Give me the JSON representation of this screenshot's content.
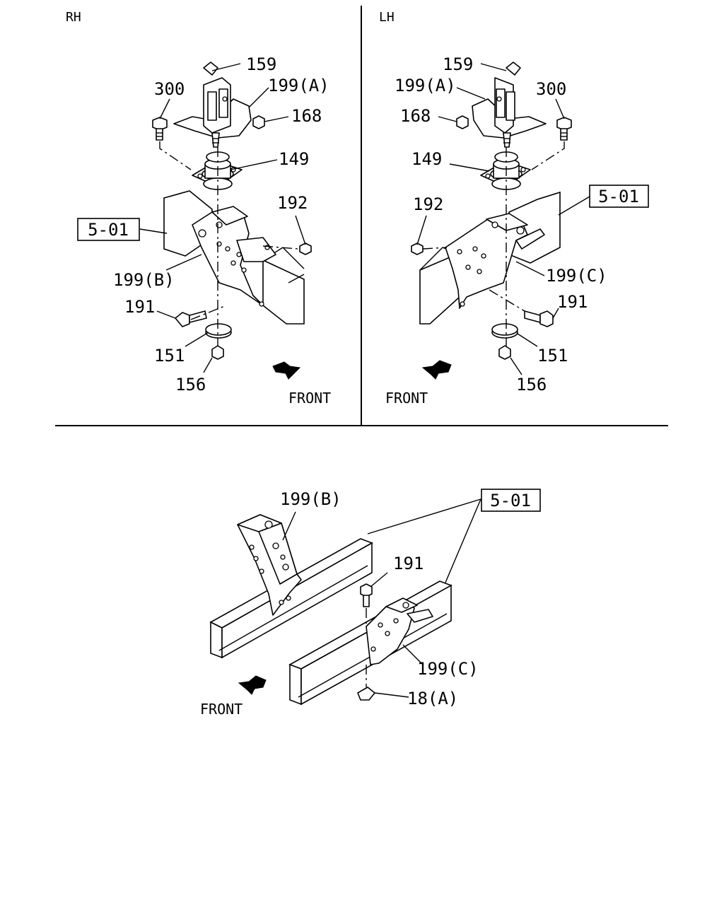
{
  "panels": {
    "rh": {
      "side_label": "RH",
      "front_label": "FRONT",
      "frame_ref": "5-01",
      "callouts": {
        "p159": "159",
        "p199a": "199(A)",
        "p300": "300",
        "p168": "168",
        "p149": "149",
        "p192": "192",
        "p199b": "199(B)",
        "p191": "191",
        "p151": "151",
        "p156": "156"
      }
    },
    "lh": {
      "side_label": "LH",
      "front_label": "FRONT",
      "frame_ref": "5-01",
      "callouts": {
        "p159": "159",
        "p199a": "199(A)",
        "p300": "300",
        "p168": "168",
        "p149": "149",
        "p192": "192",
        "p199c": "199(C)",
        "p191": "191",
        "p151": "151",
        "p156": "156"
      }
    },
    "bottom": {
      "front_label": "FRONT",
      "frame_ref": "5-01",
      "callouts": {
        "p199b": "199(B)",
        "p191": "191",
        "p199c": "199(C)",
        "p18a": "18(A)"
      }
    }
  }
}
